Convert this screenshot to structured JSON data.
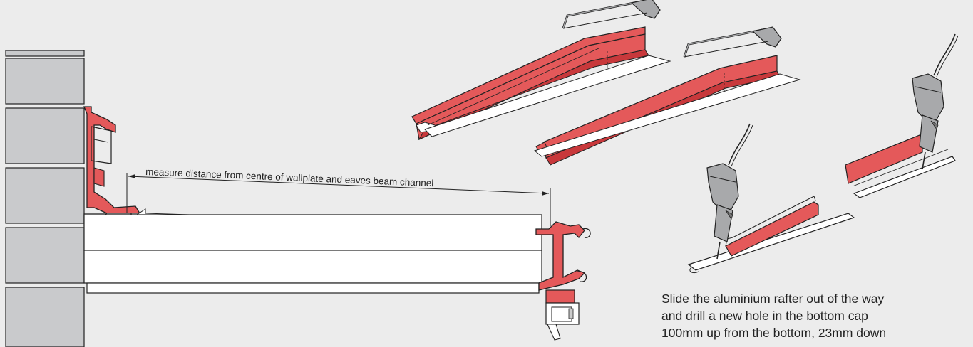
{
  "measure_label": "measure distance from centre of wallplate and eaves beam channel",
  "instruction_lines": [
    "Slide the aluminium rafter out of the way",
    "and drill a new hole in the bottom cap",
    "100mm up from the bottom, 23mm down"
  ],
  "colors": {
    "background": "#ececec",
    "profile_red": "#e4595a",
    "profile_red_dark": "#c8383b",
    "wall_gray": "#c9cacc",
    "tool_gray": "#a8a9ab",
    "outline": "#222222"
  },
  "icons": [
    "hacksaw-icon",
    "power-drill-icon",
    "rafter-profile-icon",
    "brick-wall-icon"
  ]
}
